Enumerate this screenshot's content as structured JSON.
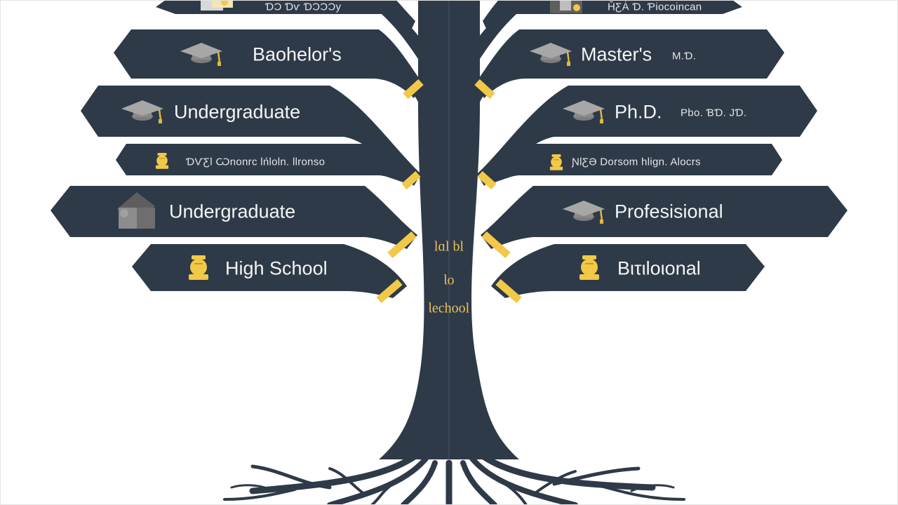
{
  "colors": {
    "navy": "#2e3a48",
    "gold": "#f2c848",
    "cap": "#9b9b9b"
  },
  "left": {
    "top_partial": "ƊƆ Ɗѵ ƊƆƆƆy",
    "bachelors": "Baohelor's",
    "undergraduate_1": "Undergraduate",
    "small_line": "ƊѴƸƖ Ѡnonrc lńlоln. Ɩlrоnso",
    "undergraduate_2": "Undergraduate",
    "high_school": "High School"
  },
  "right": {
    "top_partial": "ȞƸȦ Ɗ. Ƥiocoincan",
    "masters": "Master's",
    "masters_suffix": "M.Ɗ.",
    "phd": "Ph.D.",
    "phd_suffix": "Pbo. ƁƊ. JƊ.",
    "small_line": "ƝlƸƏ Dorsom hlign. Alocrs",
    "professional": "Profesisional",
    "bottom": "Bιτιlοιοnal"
  },
  "trunk": {
    "line1": "lɑl bl",
    "line2": "Ɩo",
    "line3": "Ɩechool"
  },
  "icons": {
    "left": [
      "diploma-icon",
      "graduation-cap-icon",
      "graduation-cap-icon",
      "trophy-icon",
      "graduation-cap-icon",
      "trophy-icon"
    ],
    "right": [
      "graduation-cap-icon",
      "graduation-cap-icon",
      "graduation-cap-icon",
      "trophy-icon",
      "graduation-cap-icon",
      "trophy-icon"
    ]
  }
}
